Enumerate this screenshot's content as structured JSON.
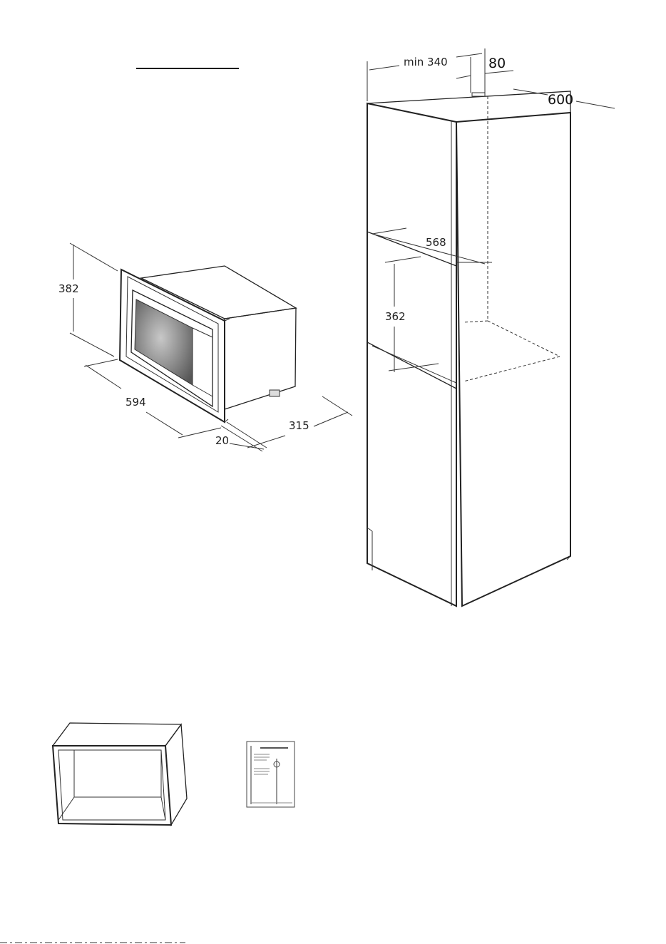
{
  "dimensions": {
    "microwave_height": "382",
    "microwave_width": "594",
    "frame_thickness": "20",
    "microwave_depth": "315",
    "cabinet_min_depth": "min 340",
    "ventilation_gap": "80",
    "cabinet_depth": "600",
    "niche_width": "568",
    "niche_height": "362"
  },
  "colors": {
    "line": "#222222",
    "background": "#ffffff",
    "screen_dark": "#5a5a5a",
    "screen_light": "#b8b8b8"
  }
}
